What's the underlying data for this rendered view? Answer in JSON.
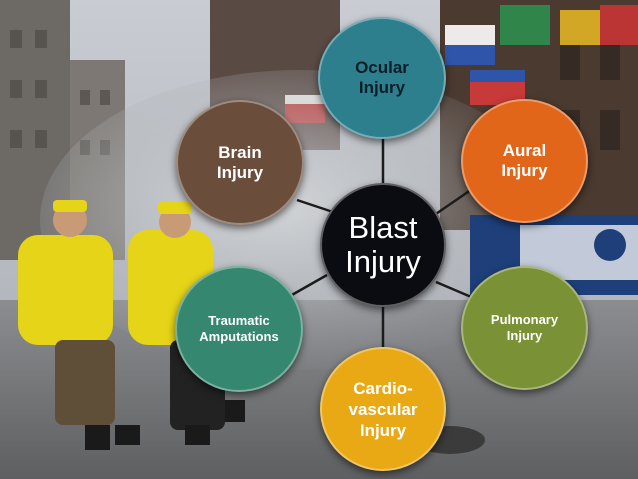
{
  "diagram": {
    "center": {
      "label": "Blast\nInjury",
      "color": "#0b0b12",
      "text_color": "#ffffff"
    },
    "nodes": [
      {
        "id": "ocular",
        "label": "Ocular\nInjury",
        "color": "#2e7f8e",
        "text_color": "#0b1e28"
      },
      {
        "id": "aural",
        "label": "Aural\nInjury",
        "color": "#e2661a",
        "text_color": "#ffffff"
      },
      {
        "id": "pulmonary",
        "label": "Pulmonary\nInjury",
        "color": "#7a9135",
        "text_color": "#ffffff"
      },
      {
        "id": "cardiovascular",
        "label": "Cardio-\nvascular\nInjury",
        "color": "#e8a914",
        "text_color": "#ffffff"
      },
      {
        "id": "amputations",
        "label": "Traumatic\nAmputations",
        "color": "#35876f",
        "text_color": "#ffffff"
      },
      {
        "id": "brain",
        "label": "Brain\nInjury",
        "color": "#6a4e3b",
        "text_color": "#ffffff"
      }
    ],
    "connector_color": "#1c1c1c"
  }
}
